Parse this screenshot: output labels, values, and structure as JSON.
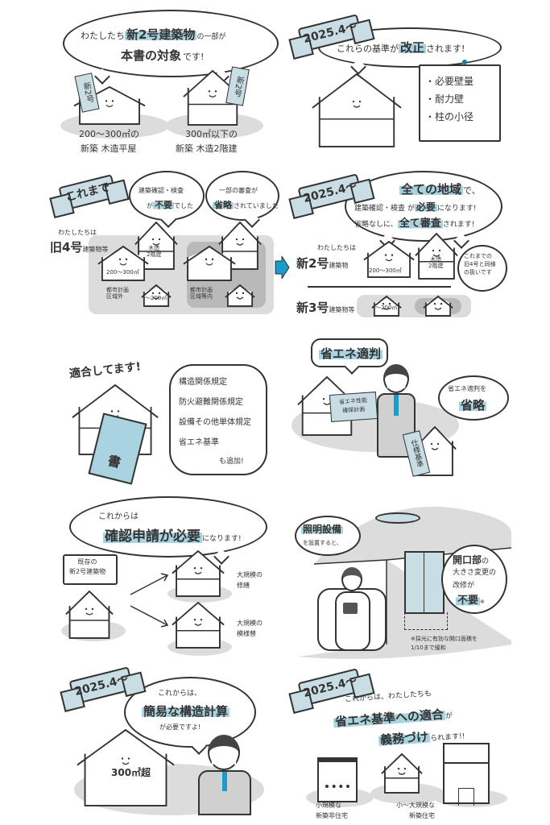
{
  "colors": {
    "highlight": "#a9d3e0",
    "ribbon": "#c9dde4",
    "shade": "#dcdcdc",
    "arrow": "#1a9bc8"
  },
  "p1": {
    "line1_pre": "わたしたち",
    "line1_hl": "新2号建築物",
    "line1_post": "の一部が",
    "line2_hl": "本書の対象",
    "line2_post": "です!",
    "sign": "新2号",
    "sign2": "新2号",
    "cap1a": "200～300㎡の",
    "cap1b": "新築 木造平屋",
    "cap2a": "300㎡以下の",
    "cap2b": "新築 木造2階建"
  },
  "p2": {
    "ribbon": "2025.4～",
    "pre": "これらの基準が",
    "hl": "改正",
    "post": "されます!",
    "items": [
      "・必要壁量",
      "・耐力壁",
      "・柱の小径"
    ]
  },
  "p3": {
    "ribbon": "これまで",
    "b1a": "建築確認・検査",
    "b1b_pre": "が",
    "b1b_hl": "不要",
    "b1b_post": "でした",
    "b2a": "一部の審査が",
    "b2b_hl": "省略",
    "b2b_post": "されていました",
    "we": "わたしたちは",
    "old4": "旧4号",
    "old4_suffix": "建築物等",
    "area_out": "都市計画\n区域外",
    "area_in": "都市計画\n区域等内",
    "size1": "200～300㎡",
    "label_2f": "木造\n2階建",
    "size_small": "～200㎡"
  },
  "p4": {
    "ribbon": "2025.4～",
    "l1_hl": "全ての地域",
    "l1_post": "で、",
    "l2_pre": "建築確認・検査 が",
    "l2_hl": "必要",
    "l2_post": "になります!",
    "l3_pre": "省略なしに、",
    "l3_hl": "全て審査",
    "l3_post": "されます!",
    "we": "わたしたちは",
    "new2": "新2号",
    "new2_suffix": "建築物",
    "new3": "新3号",
    "new3_suffix": "建築物等",
    "size1": "200～300㎡",
    "label_2f": "木造\n2階建",
    "size_small": "～200㎡",
    "same": "これまでの\n旧4号と同様\nの扱いです"
  },
  "p5": {
    "shout": "適合してます!",
    "book": "書",
    "items": [
      "構造関係規定",
      "防火避難関係規定",
      "設備その他単体規定",
      "省エネ基準"
    ],
    "added": "も追加!"
  },
  "p6": {
    "bubble_hl": "省エネ適判",
    "doc": "省エネ性能\n確保計画",
    "sign": "仕様基準",
    "b2a": "省エネ適判を",
    "b2b_hl": "省略"
  },
  "p7": {
    "l1": "これからは",
    "l2_hl": "確認申請が必要",
    "l2_post": "になります!",
    "existing": "既存の\n新2号建築物",
    "repair": "大規模の\n修繕",
    "remodel": "大規模の\n模様替"
  },
  "p8": {
    "b1_hl": "照明設備",
    "b1_post": "を設置すると、",
    "b2a_hl": "開口部",
    "b2a_post": "の",
    "b2b": "大きさ変更の",
    "b2c": "改修が",
    "b2d_hl": "不要",
    "mark": "※",
    "footnote": "※採光に有効な開口面積を\n1/10まで緩和"
  },
  "p9": {
    "ribbon": "2025.4～",
    "l1": "これからは、",
    "l2_hl": "簡易な構造計算",
    "l3": "が必要ですよ!",
    "house": "300㎡超"
  },
  "p10": {
    "ribbon": "2025.4～",
    "l1": "これからは、わたしたちも",
    "l2_hl": "省エネ基準への適合",
    "l2_post": "が",
    "l3_hl": "義務づけ",
    "l3_post": "られます!!",
    "cap1": "小規模な\n新築非住宅",
    "cap2": "小～大規模な\n新築住宅"
  }
}
